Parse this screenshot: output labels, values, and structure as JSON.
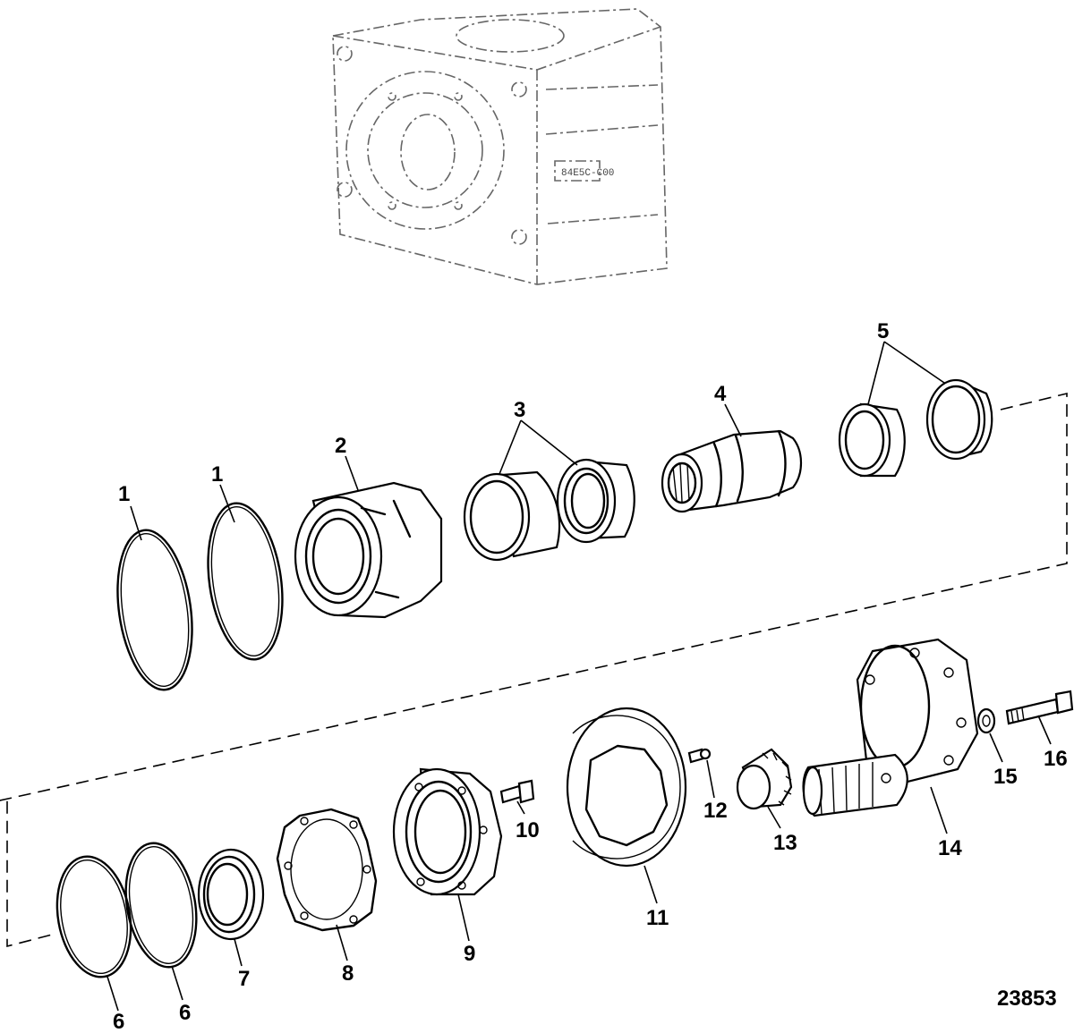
{
  "diagram": {
    "reference_number": "23853",
    "housing_stamp": "84E5C-C00",
    "callouts": [
      "1",
      "1",
      "2",
      "3",
      "4",
      "5",
      "6",
      "6",
      "7",
      "8",
      "9",
      "10",
      "11",
      "12",
      "13",
      "14",
      "15",
      "16"
    ]
  }
}
